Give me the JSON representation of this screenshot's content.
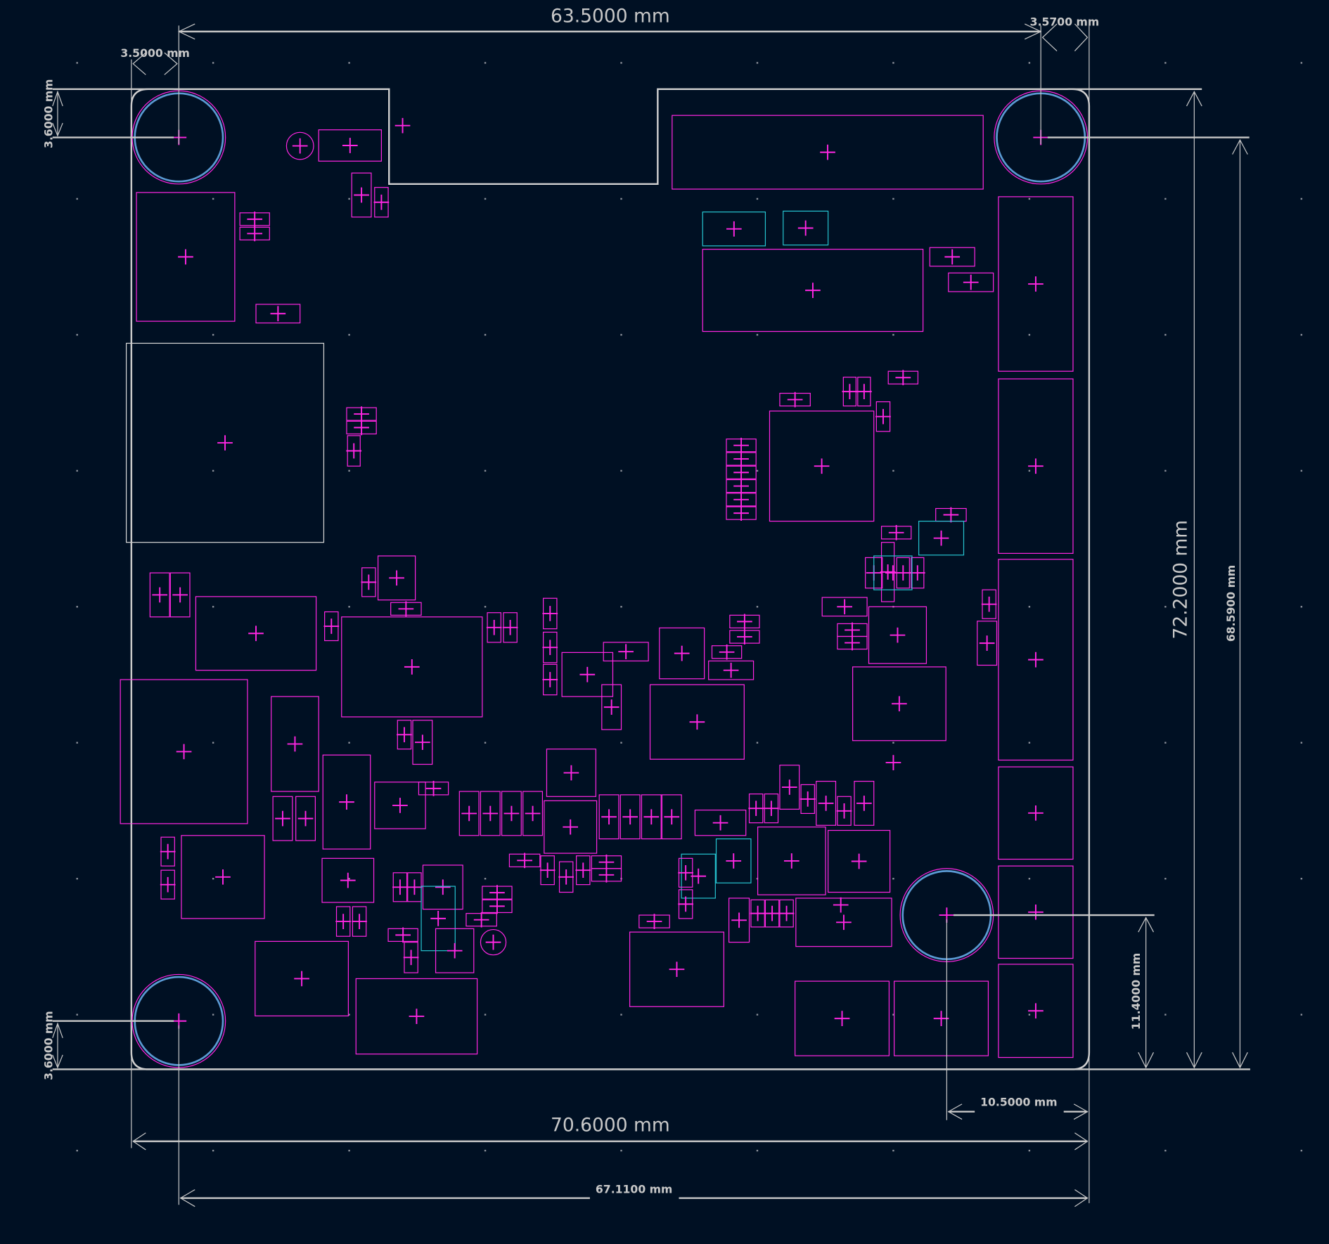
{
  "dimensions": {
    "top_width": "63.5000 mm",
    "top_left_offset": "3.5000 mm",
    "top_right_offset": "3.5700 mm",
    "left_top_offset": "3.6000 mm",
    "left_bottom_offset": "3.6000 mm",
    "right_height": "72.2000 mm",
    "right_hole_height": "68.5900 mm",
    "hole_bottom_offset": "11.4000 mm",
    "hole_right_offset": "10.5000 mm",
    "bottom_width": "70.6000 mm",
    "bottom_hole_width": "67.1100 mm"
  },
  "colors": {
    "background": "#001023",
    "courtyard": "#ff26e2",
    "fab": "#26c4d0",
    "edge_cuts": "#d0d0d0",
    "hole": "#5b9bd5"
  }
}
